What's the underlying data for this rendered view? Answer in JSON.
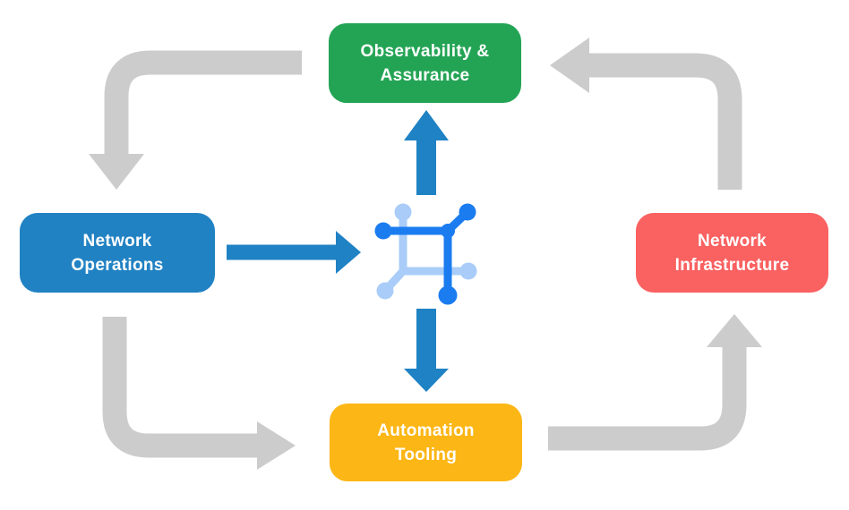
{
  "diagram": {
    "description": "Closed-loop network automation cycle diagram with four nodes around a central network icon",
    "nodes": {
      "observability": {
        "label": "Observability & Assurance",
        "line1": "Observability &",
        "line2": "Assurance",
        "color": "#23A455",
        "position": "top"
      },
      "operations": {
        "label": "Network Operations",
        "line1": "Network",
        "line2": "Operations",
        "color": "#2182C3",
        "position": "left"
      },
      "infrastructure": {
        "label": "Network Infrastructure",
        "line1": "Network",
        "line2": "Infrastructure",
        "color": "#FA6161",
        "position": "right"
      },
      "automation": {
        "label": "Automation Tooling",
        "line1": "Automation",
        "line2": "Tooling",
        "color": "#FCB615",
        "position": "bottom"
      }
    },
    "center_icon": {
      "name": "network-mesh-icon",
      "color_dark": "#1B7CF0",
      "color_light": "#A9CDF8"
    },
    "arrows": {
      "gray_color": "#CCCCCC",
      "blue_color": "#1F82C4",
      "gray_cycle": [
        "Observability & Assurance to Network Operations",
        "Network Operations to Automation Tooling",
        "Automation Tooling to Network Infrastructure",
        "Network Infrastructure to Observability & Assurance"
      ],
      "blue_links": [
        "Network Operations to center icon",
        "Center icon to Observability & Assurance",
        "Center icon to Automation Tooling"
      ]
    },
    "colors": {
      "background": "#FFFFFF",
      "node_text": "#FFFFFF"
    }
  }
}
